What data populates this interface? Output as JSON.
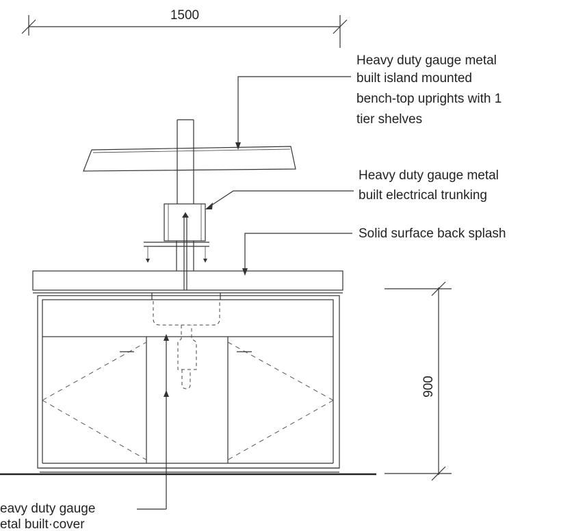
{
  "dimensions": {
    "width_label": "1500",
    "height_label": "900"
  },
  "annotations": {
    "shelves": [
      "Heavy duty gauge metal",
      "built island mounted",
      "bench-top uprights with 1",
      "tier shelves"
    ],
    "trunking": [
      "Heavy duty gauge metal",
      "built electrical trunking"
    ],
    "splash": [
      "Solid surface back splash"
    ],
    "cover": [
      "eavy duty gauge",
      "etal built·cover"
    ]
  },
  "colors": {
    "line": "#333333",
    "background": "#ffffff"
  }
}
